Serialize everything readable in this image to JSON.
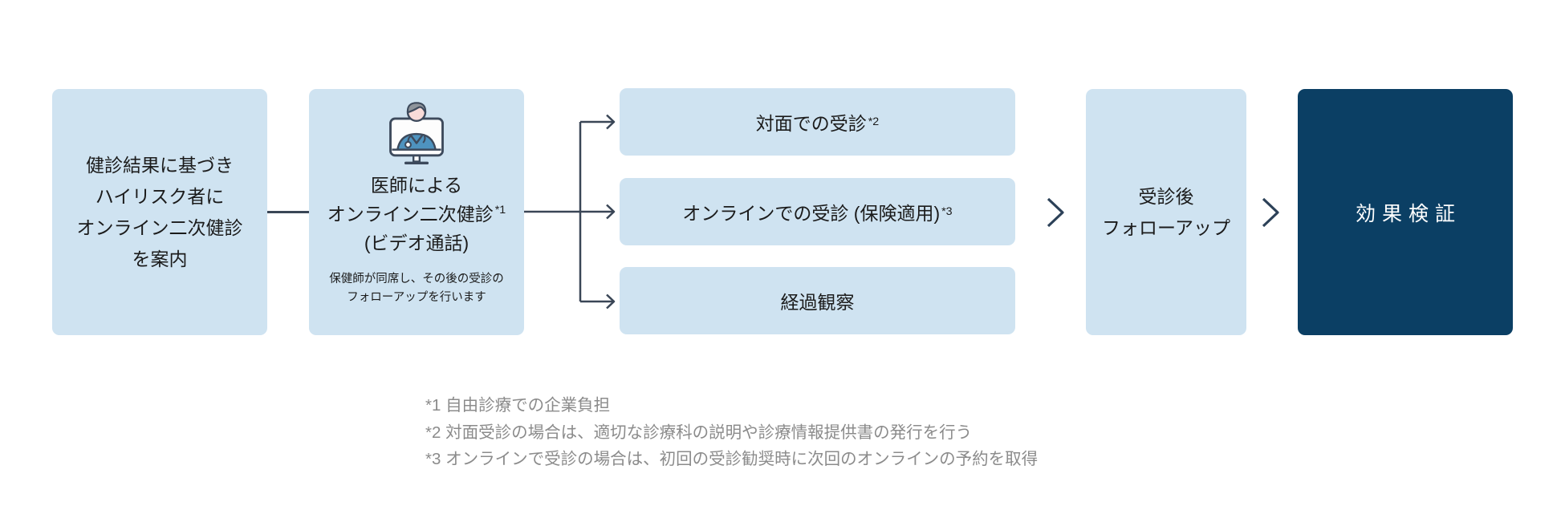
{
  "palette": {
    "box_light": "#cfe3f1",
    "box_dark": "#0b3f64",
    "line": "#3a4656",
    "text_dark": "#1b1b1b",
    "text_light": "#ffffff",
    "footnote_gray": "#8b8b8b"
  },
  "flow": {
    "step1": {
      "lines": [
        "健診結果に基づき",
        "ハイリスク者に",
        "オンライン二次健診",
        "を案内"
      ]
    },
    "step2": {
      "icon": "doctor-on-monitor-icon",
      "title_line1": "医師による",
      "title_line2": "オンライン二次健診",
      "title_line2_sup": "*1",
      "title_line3": "(ビデオ通話)",
      "note_line1": "保健師が同席し、その後の受診の",
      "note_line2": "フォローアップを行います"
    },
    "branches": [
      {
        "label": "対面での受診",
        "sup": "*2"
      },
      {
        "label": "オンラインでの受診 (保険適用)",
        "sup": "*3"
      },
      {
        "label": "経過観察",
        "sup": ""
      }
    ],
    "step4": {
      "line1": "受診後",
      "line2": "フォローアップ"
    },
    "step5": {
      "label": "効果検証"
    }
  },
  "footnotes": [
    "*1 自由診療での企業負担",
    "*2 対面受診の場合は、適切な診療科の説明や診療情報提供書の発行を行う",
    "*3 オンラインで受診の場合は、初回の受診勧奨時に次回のオンラインの予約を取得"
  ]
}
